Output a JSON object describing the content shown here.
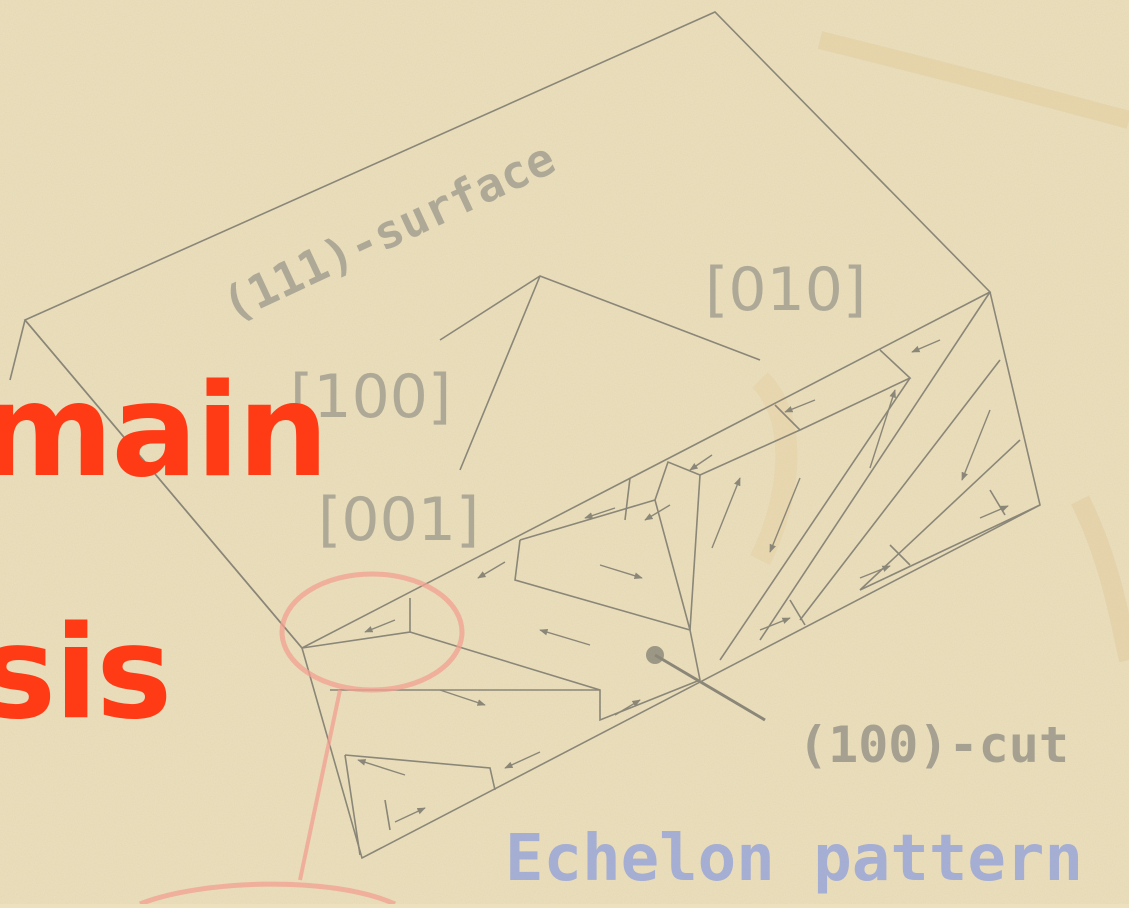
{
  "slide": {
    "title_fragment_1": "main",
    "title_fragment_2": "sis"
  },
  "diagram": {
    "surface_label": "(111)-surface",
    "direction_100": "[100]",
    "direction_010": "[010]",
    "direction_001": "[001]",
    "cut_label": "(100)-cut",
    "pattern_label": "Echelon pattern"
  },
  "colors": {
    "background": "#ece0bd",
    "title": "#ff3b16",
    "line": "#8a8678",
    "label_gray": "#9a968a",
    "label_blue": "#9aa6d8",
    "highlight": "#f2a090"
  }
}
